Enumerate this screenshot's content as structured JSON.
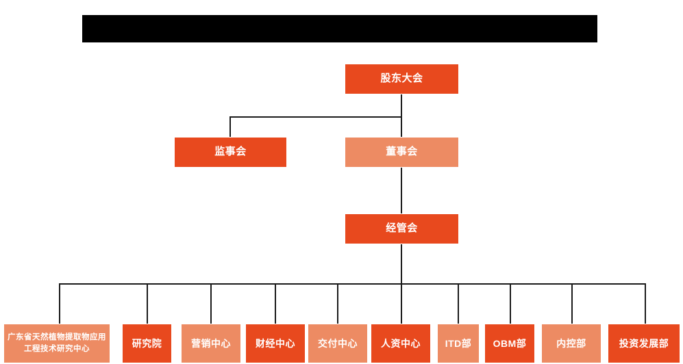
{
  "title_bar": {
    "redacted": true,
    "text": "",
    "color": "#000000"
  },
  "palette": {
    "dark_orange": "#E8491E",
    "light_orange": "#ED8B63",
    "line": "#1A1A1A",
    "background": "#FFFFFF",
    "label": "#FFFFFF"
  },
  "chart_data": {
    "type": "diagram",
    "subtype": "organization-chart",
    "title": "",
    "orientation": "top-down",
    "levels": 4,
    "nodes": [
      {
        "id": "shareholders",
        "label": "股东大会",
        "level": 0,
        "tone": "dark"
      },
      {
        "id": "supervisors",
        "label": "监事会",
        "level": 1,
        "tone": "dark"
      },
      {
        "id": "board",
        "label": "董事会",
        "level": 1,
        "tone": "light"
      },
      {
        "id": "management",
        "label": "经管会",
        "level": 2,
        "tone": "dark"
      },
      {
        "id": "research-ctr",
        "label": "广东省天然植物提取物应用工程技术研究中心",
        "level": 3,
        "tone": "light"
      },
      {
        "id": "institute",
        "label": "研究院",
        "level": 3,
        "tone": "dark"
      },
      {
        "id": "marketing",
        "label": "营销中心",
        "level": 3,
        "tone": "light"
      },
      {
        "id": "finance",
        "label": "财经中心",
        "level": 3,
        "tone": "dark"
      },
      {
        "id": "delivery",
        "label": "交付中心",
        "level": 3,
        "tone": "light"
      },
      {
        "id": "hr",
        "label": "人资中心",
        "level": 3,
        "tone": "dark"
      },
      {
        "id": "itd",
        "label": "ITD部",
        "level": 3,
        "tone": "light"
      },
      {
        "id": "obm",
        "label": "OBM部",
        "level": 3,
        "tone": "dark"
      },
      {
        "id": "internal-ctrl",
        "label": "内控部",
        "level": 3,
        "tone": "light"
      },
      {
        "id": "investment",
        "label": "投资发展部",
        "level": 3,
        "tone": "dark"
      }
    ],
    "edges": [
      {
        "from": "shareholders",
        "to": "supervisors"
      },
      {
        "from": "shareholders",
        "to": "board"
      },
      {
        "from": "board",
        "to": "management"
      },
      {
        "from": "management",
        "to": "research-ctr"
      },
      {
        "from": "management",
        "to": "institute"
      },
      {
        "from": "management",
        "to": "marketing"
      },
      {
        "from": "management",
        "to": "finance"
      },
      {
        "from": "management",
        "to": "delivery"
      },
      {
        "from": "management",
        "to": "hr"
      },
      {
        "from": "management",
        "to": "itd"
      },
      {
        "from": "management",
        "to": "obm"
      },
      {
        "from": "management",
        "to": "internal-ctrl"
      },
      {
        "from": "management",
        "to": "investment"
      }
    ]
  },
  "nodes": {
    "shareholders": {
      "label": "股东大会"
    },
    "supervisors": {
      "label": "监事会"
    },
    "board": {
      "label": "董事会"
    },
    "management": {
      "label": "经管会"
    },
    "research_ctr": {
      "label": "广东省天然植物提取物应用工程技术研究中心"
    },
    "institute": {
      "label": "研究院"
    },
    "marketing": {
      "label": "营销中心"
    },
    "finance": {
      "label": "财经中心"
    },
    "delivery": {
      "label": "交付中心"
    },
    "hr": {
      "label": "人资中心"
    },
    "itd": {
      "label": "ITD部"
    },
    "obm": {
      "label": "OBM部"
    },
    "internal_ctrl": {
      "label": "内控部"
    },
    "investment": {
      "label": "投资发展部"
    }
  }
}
